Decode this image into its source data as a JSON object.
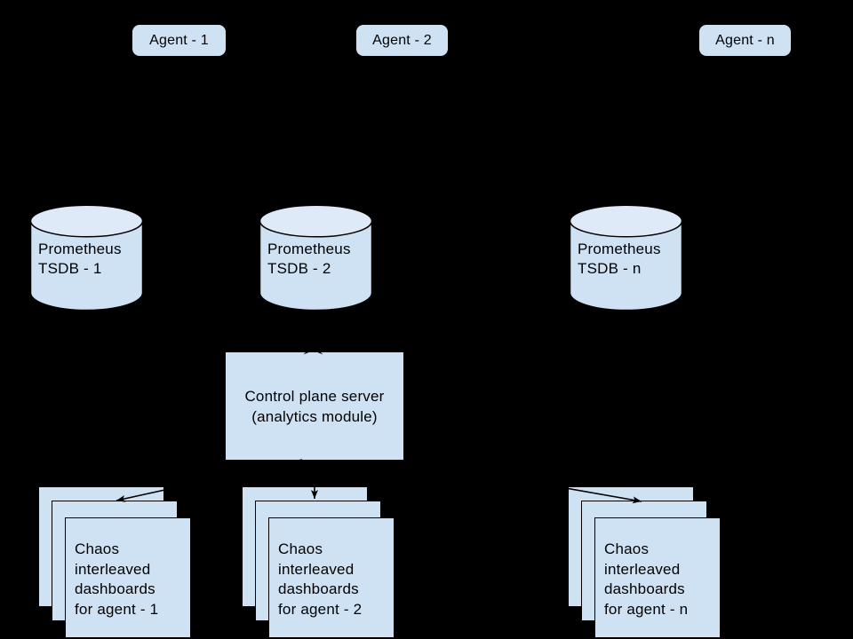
{
  "diagram": {
    "background_color": "#000000",
    "shape_fill_color": "#cfe2f3",
    "cylinder_top_fill_color": "#dfeaf8",
    "outline_color": "#000000",
    "text_color": "#000000"
  },
  "agents": [
    {
      "label": "Agent - 1"
    },
    {
      "label": "Agent - 2"
    },
    {
      "label": "Agent - n"
    }
  ],
  "tsdb": [
    {
      "text": "Prometheus\nTSDB - 1"
    },
    {
      "text": "Prometheus\nTSDB - 2"
    },
    {
      "text": "Prometheus\nTSDB - n"
    }
  ],
  "control_plane": {
    "text": "Control plane server\n(analytics module)"
  },
  "dashboard_stacks": [
    {
      "text": "Chaos\ninterleaved\ndashboards\nfor agent - 1"
    },
    {
      "text": "Chaos\ninterleaved\ndashboards\nfor agent - 2"
    },
    {
      "text": "Chaos\ninterleaved\ndashboards\nfor agent - n"
    }
  ]
}
